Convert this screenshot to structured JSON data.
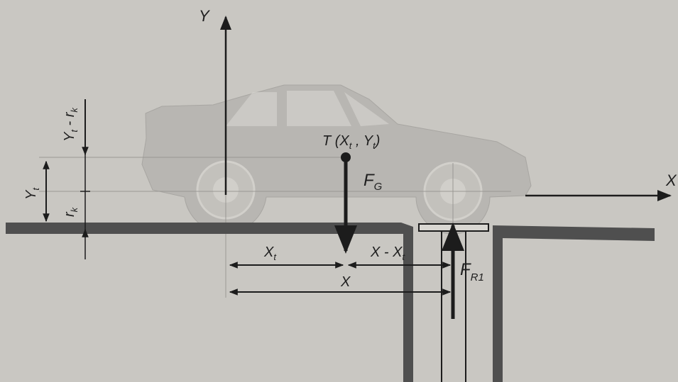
{
  "diagram": {
    "colors": {
      "background": "#c9c7c2",
      "car": "#b8b6b2",
      "line": "#1c1c1c",
      "ground": "#4f4f4f",
      "guide": "#9a9894"
    },
    "axes": {
      "y_label": "Y",
      "x_label": "X"
    },
    "point": {
      "label": "T (X",
      "sub1": "t",
      "mid": " , Y",
      "sub2": "t",
      "close": ")"
    },
    "force_gravity": {
      "main": "F",
      "sub": "G"
    },
    "force_reaction": {
      "main": "F",
      "sub": "R1"
    },
    "dimensions": {
      "xt": {
        "main": "X",
        "sub": "t"
      },
      "x_minus_xt": {
        "pre": "X - X",
        "sub": "t"
      },
      "x": "X",
      "yt": {
        "main": "Y",
        "sub": "t"
      },
      "rk": {
        "main": "r",
        "sub": "k"
      },
      "yt_minus_rk": {
        "main": "Y",
        "sub1": "t",
        "mid": " - r",
        "sub2": "k"
      }
    }
  }
}
